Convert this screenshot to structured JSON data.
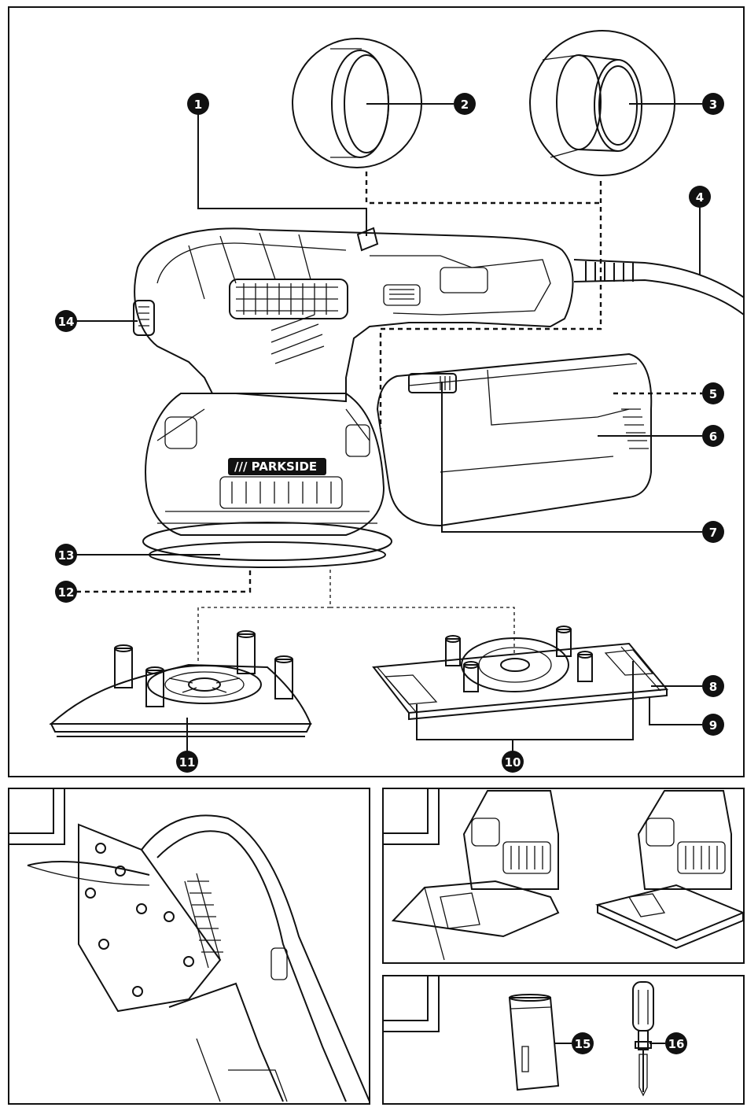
{
  "brand_label": "/// PARKSIDE",
  "callouts": [
    "1",
    "2",
    "3",
    "4",
    "5",
    "6",
    "7",
    "8",
    "9",
    "10",
    "11",
    "12",
    "13",
    "14",
    "15",
    "16"
  ],
  "panel_labels": {
    "b": "",
    "c": "",
    "d": ""
  },
  "colors": {
    "ink": "#111111",
    "paper": "#ffffff"
  }
}
